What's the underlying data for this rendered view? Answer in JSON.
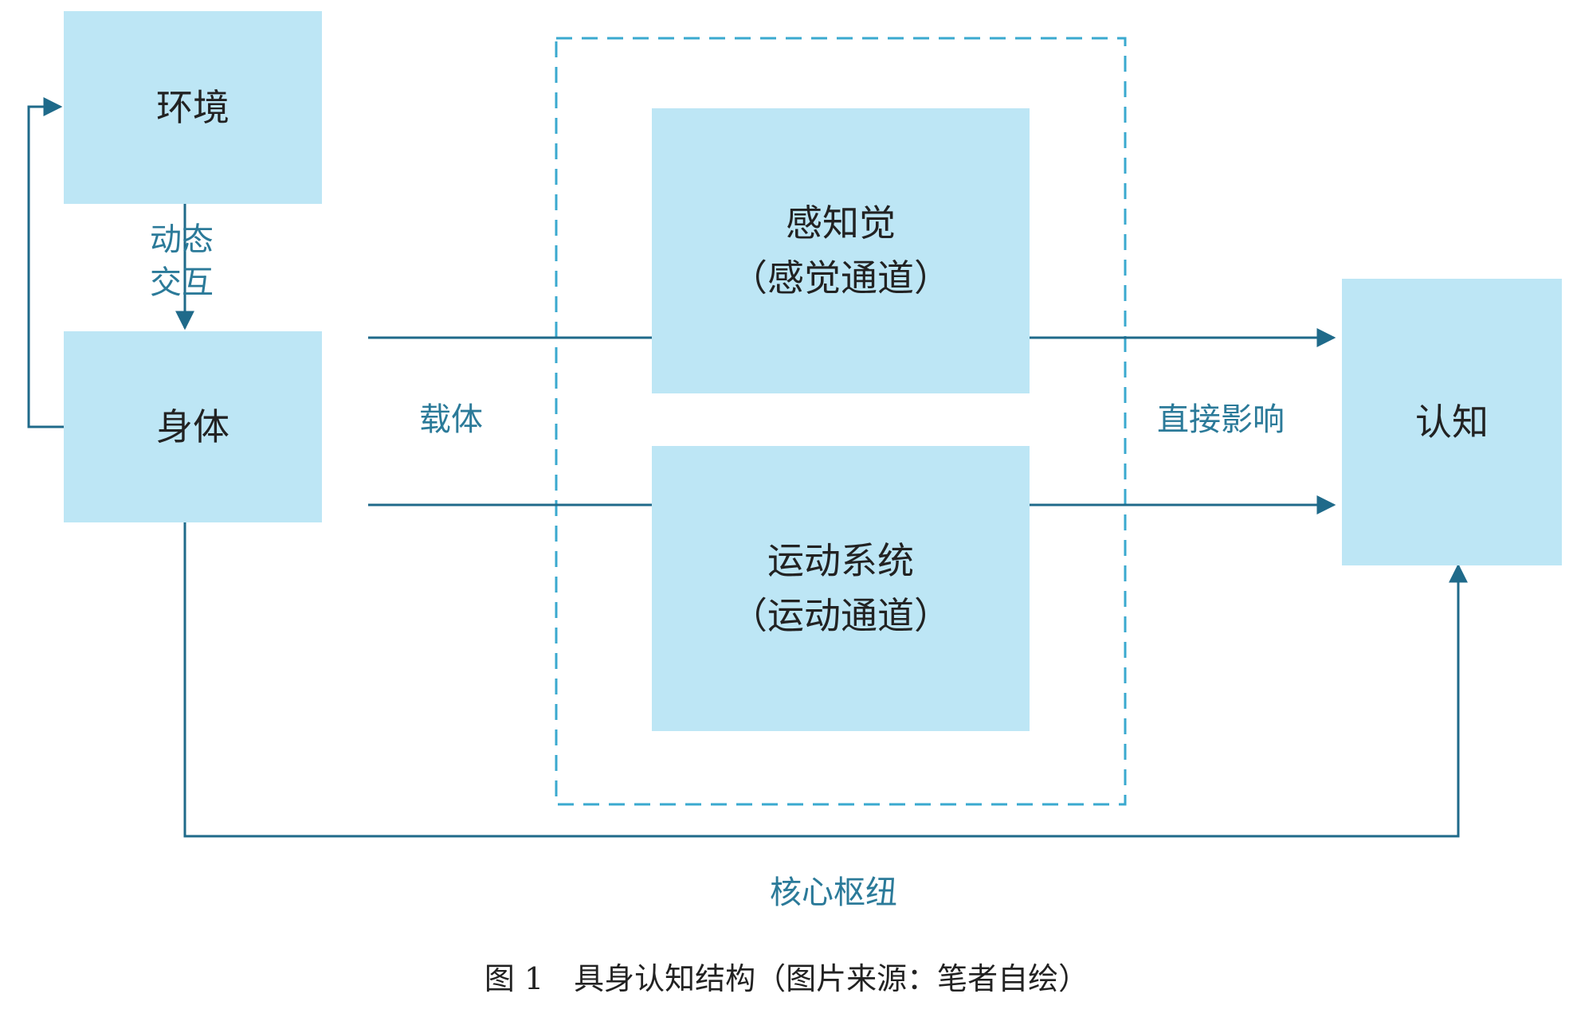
{
  "nodes": {
    "environment": "环境",
    "body": "身体",
    "perception_title": "感知觉",
    "perception_sub": "（感觉通道）",
    "motor_title": "运动系统",
    "motor_sub": "（运动通道）",
    "cognition": "认知"
  },
  "edges": {
    "dynamic_line1": "动态",
    "dynamic_line2": "交互",
    "carrier": "载体",
    "direct_influence": "直接影响",
    "core_hub": "核心枢纽"
  },
  "caption": "图 1　具身认知结构（图片来源：笔者自绘）",
  "colors": {
    "box_fill": "#bde6f5",
    "line": "#1f6a8a",
    "dashed_border": "#3aa9cf",
    "label_text": "#2b7a99",
    "node_text": "#222222"
  }
}
